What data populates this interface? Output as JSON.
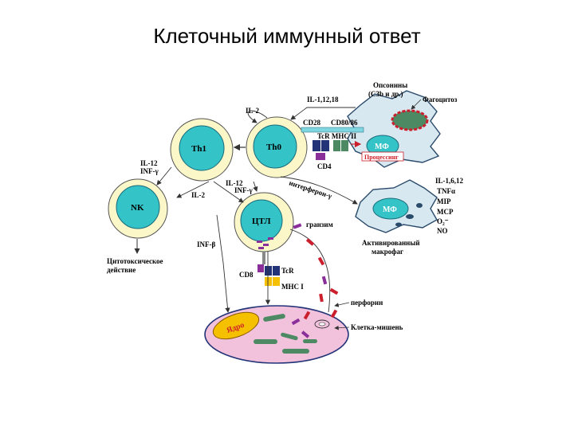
{
  "slide": {
    "title": "Клеточный иммунный ответ"
  },
  "diagram": {
    "colors": {
      "cell_yellow": "#fbf7c8",
      "cell_cyan": "#34c3c7",
      "macrophage": "#d8e8f0",
      "target_cell": "#f2c2dc",
      "organelle": "#4d8a63",
      "nucleus": "#f5c000",
      "arrow_red": "#cc1f2d",
      "granule_purple": "#8a2f9a",
      "receptor_blue": "#223377"
    },
    "cells": {
      "th1": "Th1",
      "th0": "Th0",
      "nk": "NK",
      "ctl": "ЦТЛ",
      "mf_top": "МФ",
      "mf_activated": "МФ",
      "nucleus": "Ядро"
    },
    "labels": {
      "opsonins": "Опсонины",
      "opsonins_detail": "(С3b и др.)",
      "phagocytosis": "Фагоцитоз",
      "il_1_12_18": "IL-1,12,18",
      "il2_top": "IL-2",
      "cd28": "CD28",
      "cd80_86": "CD80/86",
      "tcr_mhc2": "TcR MHC II",
      "processing": "Процессинг",
      "cd4": "CD4",
      "il12_infg_left": "IL-12",
      "il12_infg_left2": "INF-γ",
      "il2_mid": "IL-2",
      "il12_infg_mid": "IL-12",
      "il12_infg_mid2": "INF-γ",
      "interferon": "интерферон-γ",
      "il_1_6_12": "IL-1,6,12",
      "tnf": "TNFα",
      "mip": "MIP",
      "mcp": "MCP",
      "o2": "O₂⁻",
      "no": "NO",
      "activated_1": "Активированный",
      "activated_2": "макрофаг",
      "granzyme": "гранзим",
      "inf_beta": "INF-β",
      "cytotoxic_1": "Цитотоксическое",
      "cytotoxic_2": "действие",
      "cd8": "CD8",
      "tcr": "TcR",
      "mhc1": "MHC I",
      "perforin": "перфорин",
      "target": "Клетка-мишень"
    }
  }
}
